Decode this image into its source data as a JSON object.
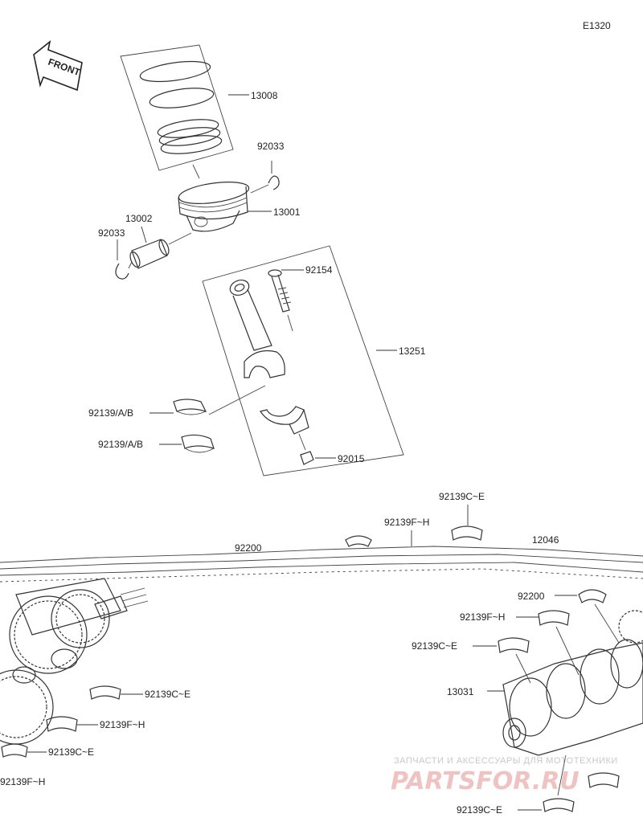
{
  "diagram_id": "E1320",
  "front_label": "FRONT",
  "callouts": {
    "c13008": "13008",
    "c92033a": "92033",
    "c13001": "13001",
    "c13002": "13002",
    "c92033b": "92033",
    "c92154": "92154",
    "c13251": "13251",
    "c92139ab1": "92139/A/B",
    "c92139ab2": "92139/A/B",
    "c92015": "92015",
    "c92139ce_top": "92139C~E",
    "c92139fh_top": "92139F~H",
    "c92200_top": "92200",
    "c12046": "12046",
    "c92200_right": "92200",
    "c92139fh_r1": "92139F~H",
    "c92139ce_r1": "92139C~E",
    "c13031": "13031",
    "c92139ce_l1": "92139C~E",
    "c92139fh_l1": "92139F~H",
    "c92139ce_l2": "92139C~E",
    "c92139fh_l2": "92139F~H",
    "c92139ce_bottom": "92139C~E"
  },
  "watermark": {
    "line1": "ЗАПЧАСТИ И АКСЕССУАРЫ ДЛЯ МОТОТЕХНИКИ",
    "line2": "PARTSFOR.RU"
  }
}
